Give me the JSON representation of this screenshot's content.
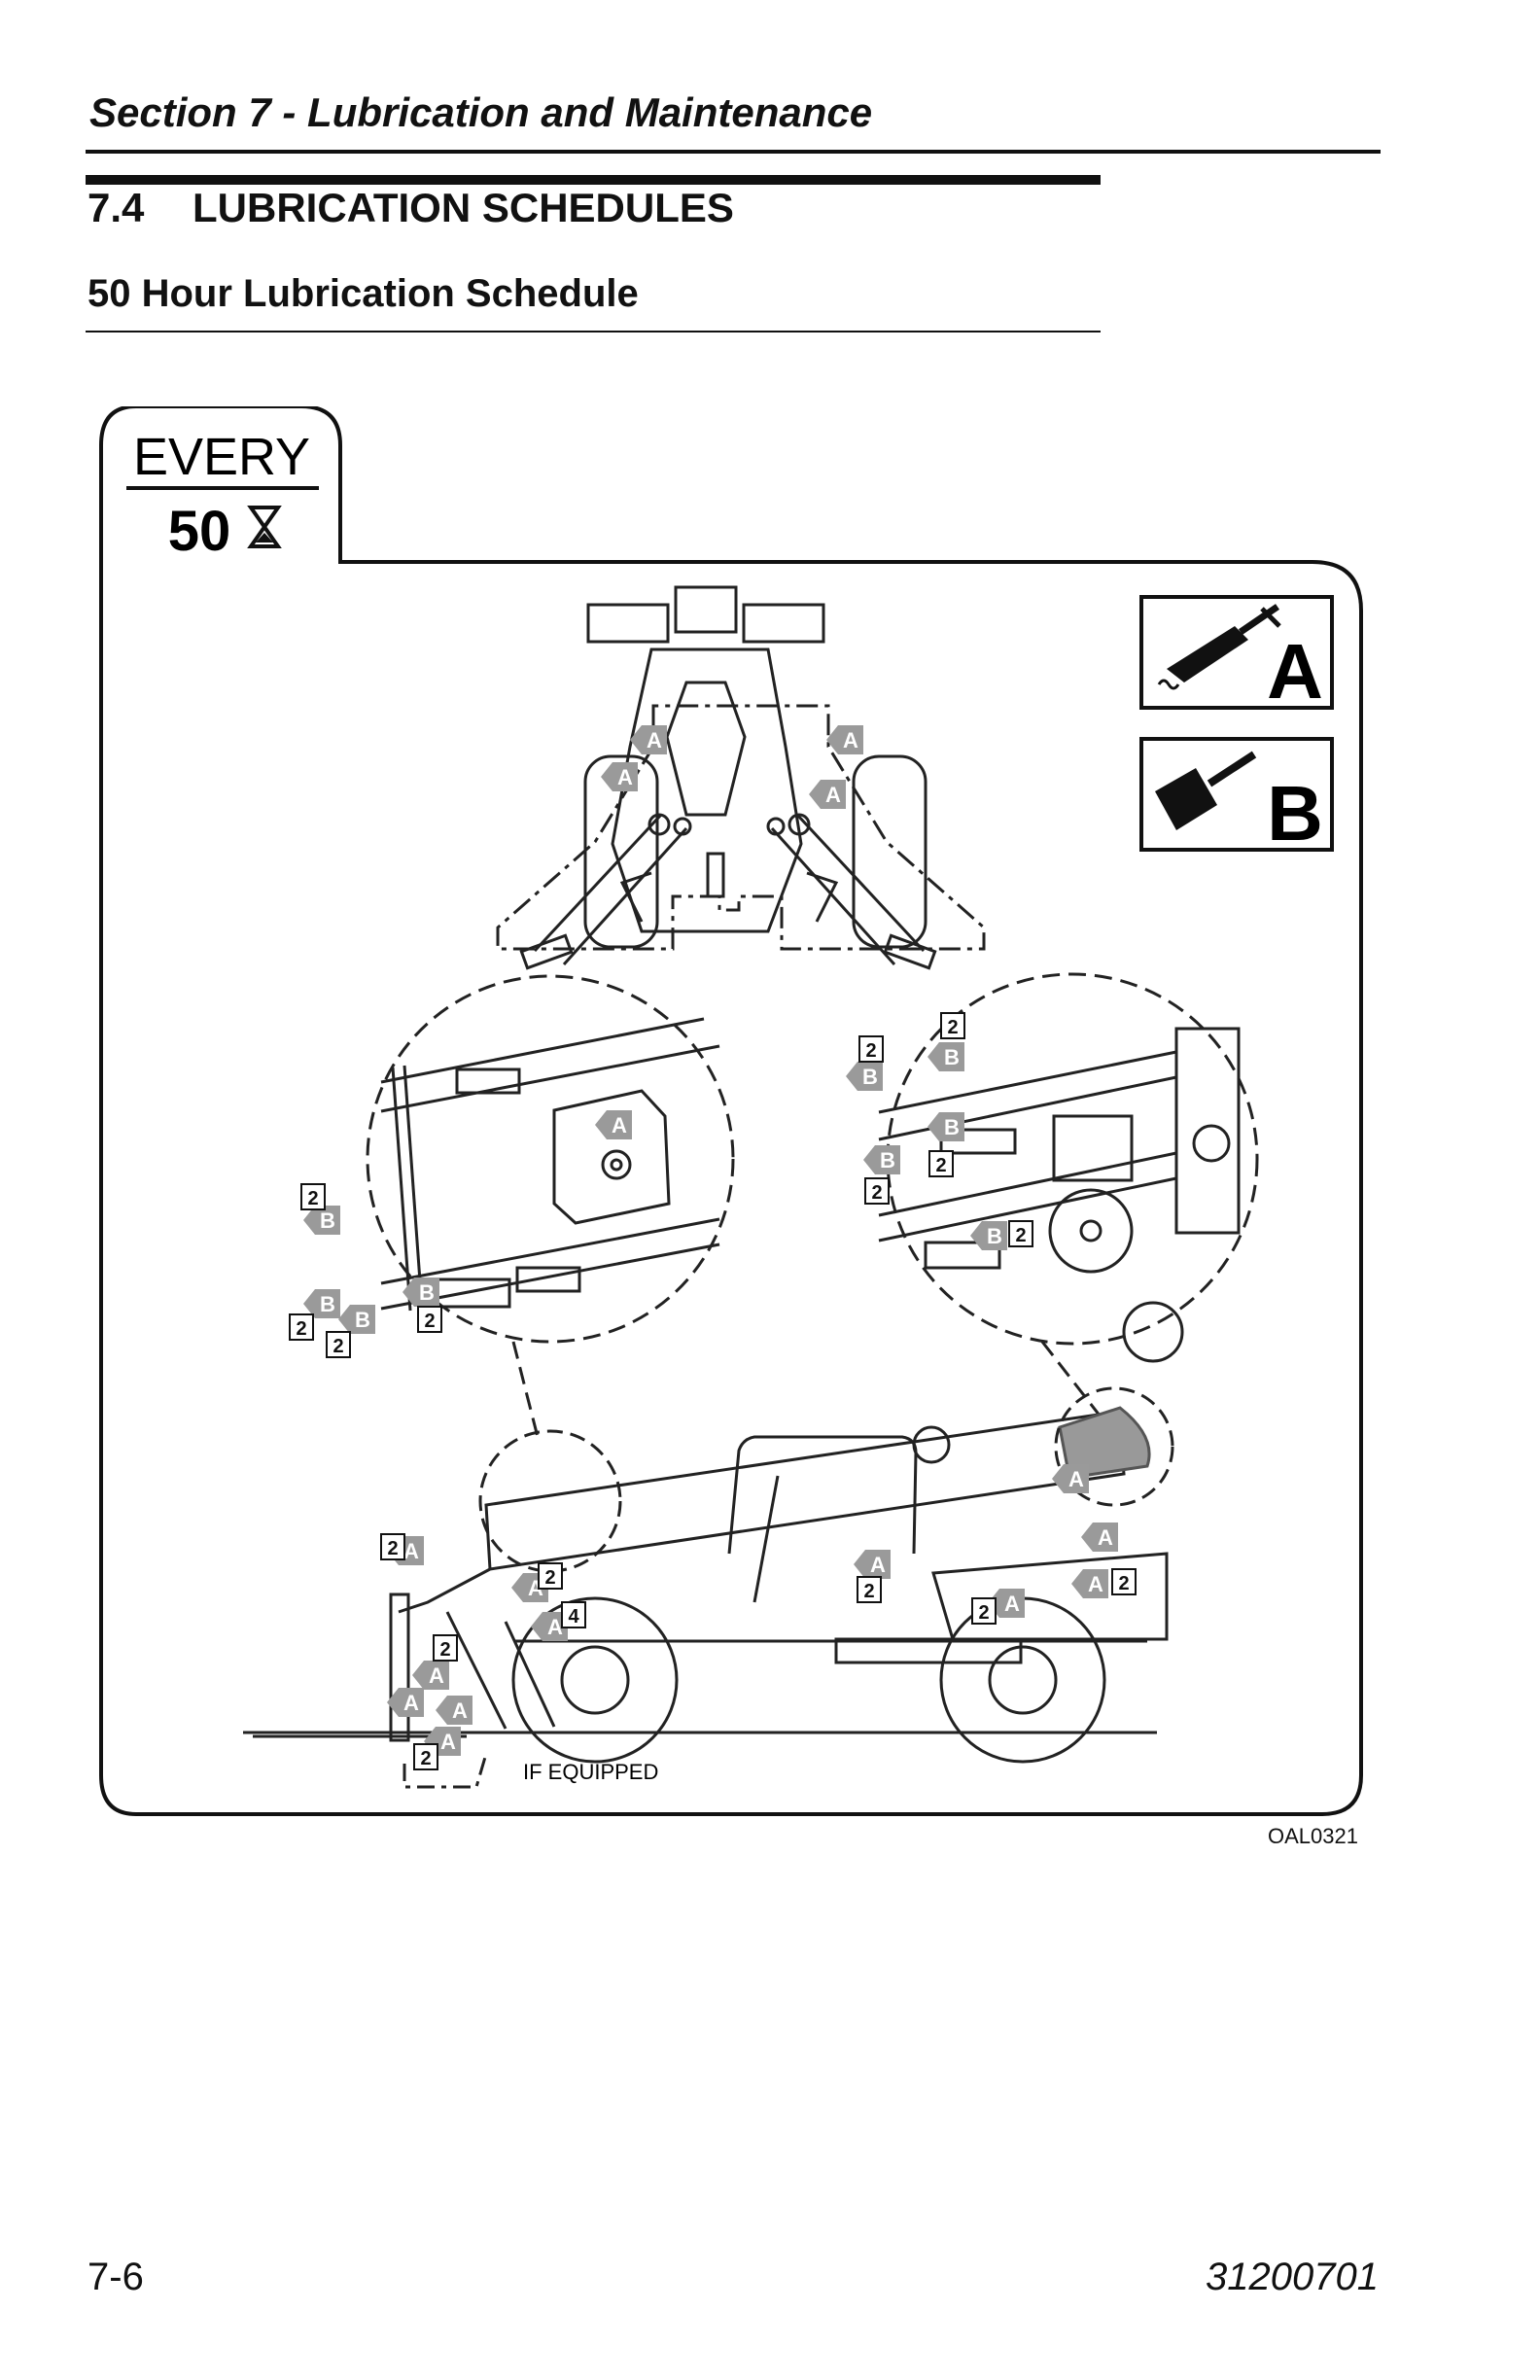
{
  "header": {
    "section_title": "Section 7 - Lubrication and Maintenance"
  },
  "heading": {
    "number": "7.4",
    "title": "LUBRICATION SCHEDULES"
  },
  "subheading": "50 Hour Lubrication Schedule",
  "figure": {
    "interval_label": "EVERY",
    "interval_value": "50",
    "legend_a": "A",
    "legend_b": "B",
    "note": "IF EQUIPPED",
    "figure_code": "OAL0321",
    "marker_qty": "2",
    "marker_qty_4": "4"
  },
  "footer": {
    "page_number": "7-6",
    "document_number": "31200701"
  }
}
